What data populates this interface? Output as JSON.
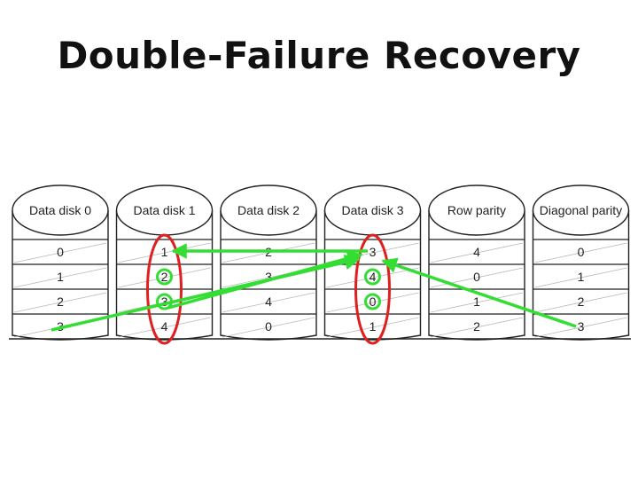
{
  "title": "Double-Failure Recovery",
  "disks": [
    {
      "label": "Data disk 0",
      "cells": [
        "0",
        "1",
        "2",
        "3"
      ]
    },
    {
      "label": "Data disk 1",
      "cells": [
        "1",
        "2",
        "3",
        "4"
      ]
    },
    {
      "label": "Data disk 2",
      "cells": [
        "2",
        "3",
        "4",
        "0"
      ]
    },
    {
      "label": "Data disk 3",
      "cells": [
        "3",
        "4",
        "0",
        "1"
      ]
    },
    {
      "label": "Row parity",
      "cells": [
        "4",
        "0",
        "1",
        "2"
      ]
    },
    {
      "label": "Diagonal parity",
      "cells": [
        "0",
        "1",
        "2",
        "3"
      ]
    }
  ],
  "colors": {
    "failed_disk": "#e02020",
    "recovery": "#33dd33",
    "outline": "#222222"
  }
}
